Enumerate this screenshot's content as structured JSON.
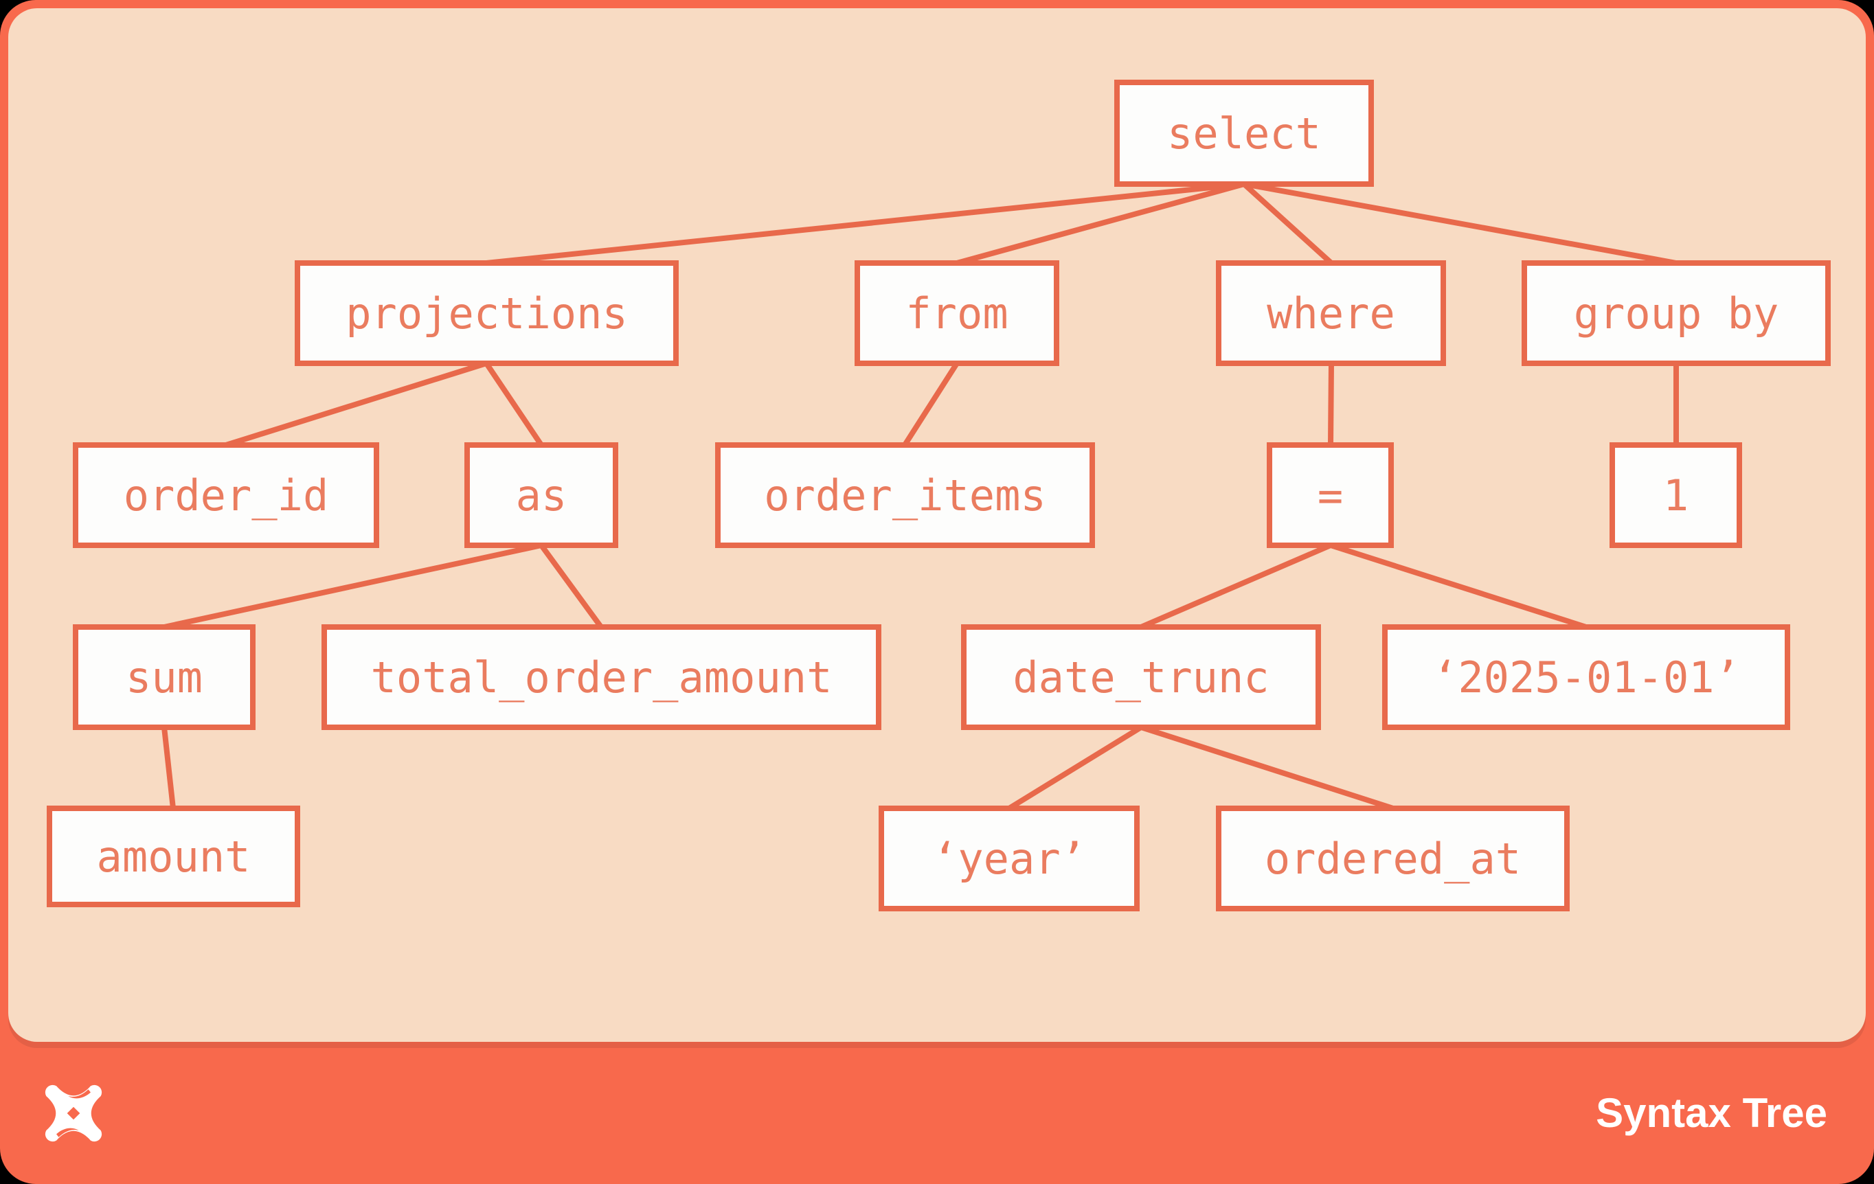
{
  "diagram_title": "Syntax Tree",
  "colors": {
    "page_bg": "#000000",
    "card_orange": "#f8694c",
    "panel_peach": "#f8dbc3",
    "node_fill": "#fdfdfc",
    "node_border": "#e8694b",
    "edge": "#e8694b",
    "node_text": "#ea7c5f",
    "footer_text": "#ffffff"
  },
  "footer": {
    "label": "Syntax Tree",
    "logo_icon": "dbt-star-logo"
  },
  "tree": {
    "root": "select",
    "nodes": {
      "select": {
        "label": "select",
        "children": [
          "projections",
          "from",
          "where",
          "group_by"
        ]
      },
      "projections": {
        "label": "projections",
        "children": [
          "order_id",
          "as"
        ]
      },
      "from": {
        "label": "from",
        "children": [
          "order_items"
        ]
      },
      "where": {
        "label": "where",
        "children": [
          "eq"
        ]
      },
      "group_by": {
        "label": "group by",
        "children": [
          "one"
        ]
      },
      "order_id": {
        "label": "order_id",
        "children": []
      },
      "as": {
        "label": "as",
        "children": [
          "sum",
          "total_order_amount"
        ]
      },
      "order_items": {
        "label": "order_items",
        "children": []
      },
      "eq": {
        "label": "=",
        "children": [
          "date_trunc",
          "literal_2025"
        ]
      },
      "one": {
        "label": "1",
        "children": []
      },
      "sum": {
        "label": "sum",
        "children": [
          "amount"
        ]
      },
      "total_order_amount": {
        "label": "total_order_amount",
        "children": []
      },
      "date_trunc": {
        "label": "date_trunc",
        "children": [
          "literal_year",
          "ordered_at"
        ]
      },
      "literal_2025": {
        "label": "‘2025-01-01’",
        "children": []
      },
      "amount": {
        "label": "amount",
        "children": []
      },
      "literal_year": {
        "label": "‘year’",
        "children": []
      },
      "ordered_at": {
        "label": "ordered_at",
        "children": []
      }
    }
  }
}
